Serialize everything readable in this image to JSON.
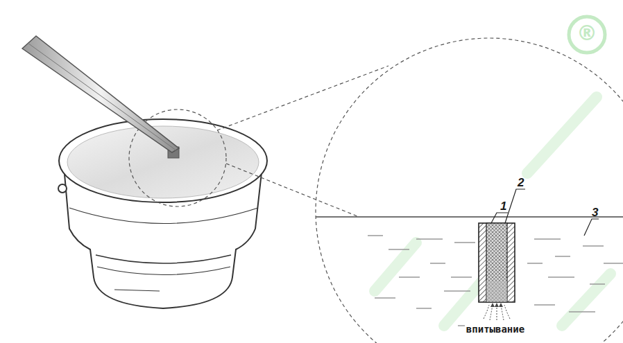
{
  "diagram": {
    "labels": [
      "1",
      "2",
      "3",
      "впитывание",
      "®"
    ]
  }
}
